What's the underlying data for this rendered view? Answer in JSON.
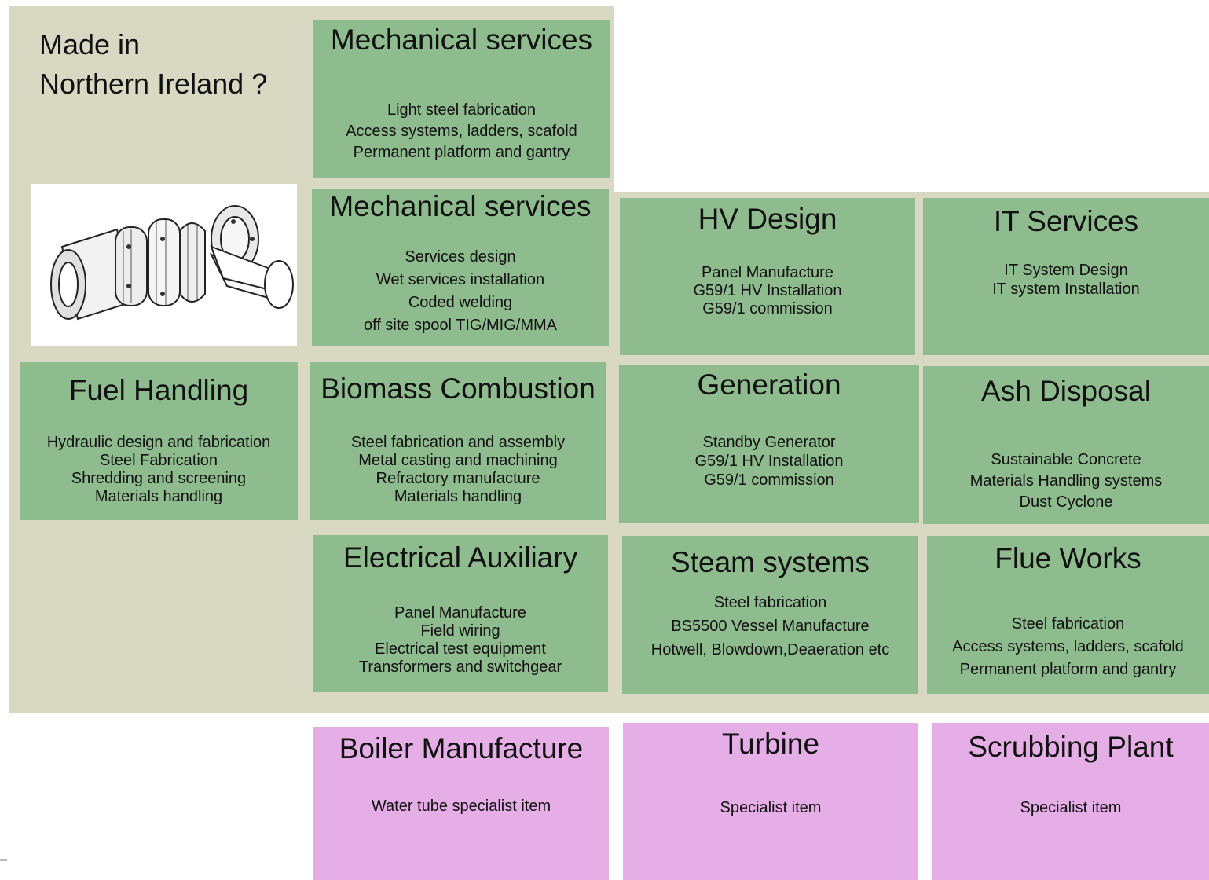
{
  "heading": [
    "Made in",
    "Northern Ireland ?"
  ],
  "illustration": "pipe-fitting-3d-image",
  "boxes": {
    "mech1": {
      "title": "Mechanical services",
      "lines": [
        "Light steel fabrication",
        "Access systems, ladders, scafold",
        "Permanent platform and gantry"
      ]
    },
    "mech2": {
      "title": "Mechanical services",
      "lines": [
        "Services design",
        "Wet services installation",
        "Coded welding",
        "off site spool TIG/MIG/MMA"
      ]
    },
    "hv": {
      "title": "HV Design",
      "lines": [
        "Panel Manufacture",
        "G59/1 HV Installation",
        "G59/1 commission"
      ]
    },
    "it": {
      "title": "IT Services",
      "lines": [
        "IT System Design",
        "IT system Installation"
      ]
    },
    "fuel": {
      "title": "Fuel Handling",
      "lines": [
        "Hydraulic design and fabrication",
        "Steel Fabrication",
        "Shredding and screening",
        "Materials handling"
      ]
    },
    "biomass": {
      "title": "Biomass Combustion",
      "lines": [
        "Steel fabrication and assembly",
        "Metal casting and machining",
        "Refractory manufacture",
        "Materials handling"
      ]
    },
    "generation": {
      "title": "Generation",
      "lines": [
        "Standby Generator",
        "G59/1 HV Installation",
        "G59/1 commission"
      ]
    },
    "ash": {
      "title": "Ash Disposal",
      "lines": [
        "Sustainable Concrete",
        "Materials Handling systems",
        "Dust Cyclone"
      ]
    },
    "elec": {
      "title": "Electrical Auxiliary",
      "lines": [
        "Panel Manufacture",
        "Field wiring",
        "Electrical test equipment",
        "Transformers and switchgear"
      ]
    },
    "steam": {
      "title": "Steam systems",
      "lines": [
        "Steel fabrication",
        "BS5500 Vessel Manufacture",
        "Hotwell, Blowdown,Deaeration etc"
      ]
    },
    "flue": {
      "title": "Flue Works",
      "lines": [
        "Steel fabrication",
        "Access systems, ladders, scafold",
        "Permanent platform and gantry"
      ]
    },
    "boiler": {
      "title": "Boiler Manufacture",
      "lines": [
        "Water tube specialist item"
      ]
    },
    "turbine": {
      "title": "Turbine",
      "lines": [
        "Specialist item"
      ]
    },
    "scrub": {
      "title": "Scrubbing Plant",
      "lines": [
        "Specialist item"
      ]
    }
  },
  "colors": {
    "background": "#d9d9c3",
    "service_box": "#8fbc8f",
    "specialist_box": "#e6aee6"
  }
}
